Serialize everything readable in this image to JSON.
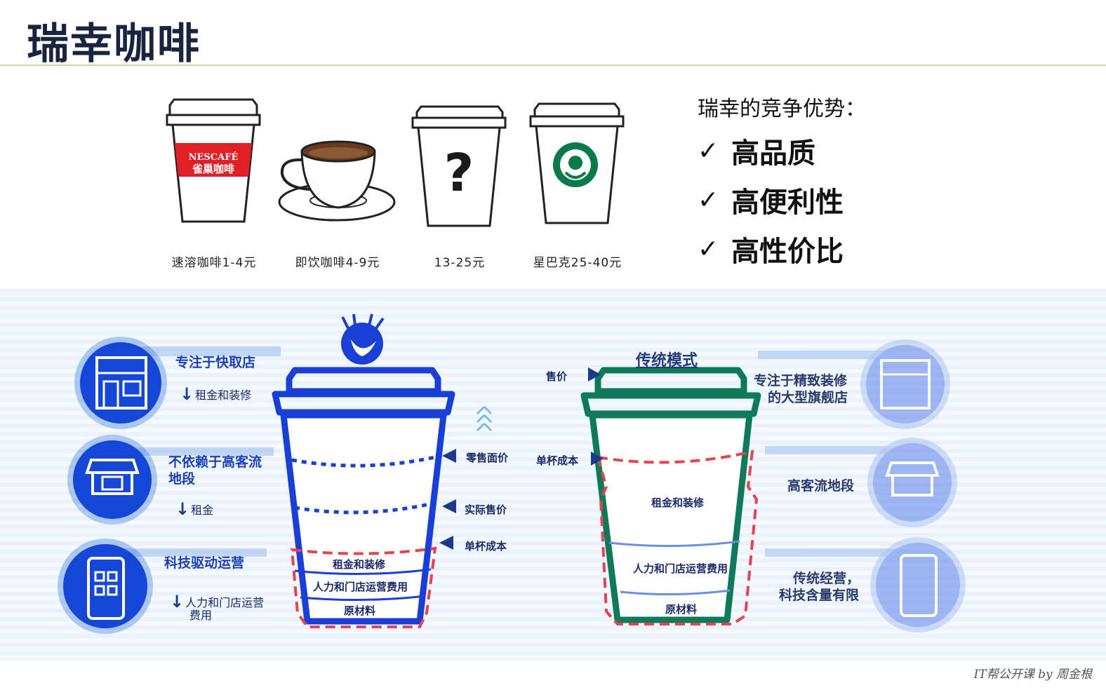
{
  "header": {
    "title": "瑞幸咖啡"
  },
  "cups": [
    {
      "label": "速溶咖啡1-4元",
      "brand_text_1": "NESCAFÉ",
      "brand_text_2": "雀巢咖啡"
    },
    {
      "label": "即饮咖啡4-9元"
    },
    {
      "label": "13-25元",
      "mark": "?"
    },
    {
      "label": "星巴克25-40元"
    }
  ],
  "advantages": {
    "title": "瑞幸的竞争优势：",
    "items": [
      "高品质",
      "高便利性",
      "高性价比"
    ],
    "check_glyph": "✓"
  },
  "luckin_side": {
    "features": [
      {
        "title": "专注于快取店",
        "cost": "租金和装修",
        "icon": "storefront-icon"
      },
      {
        "title_line1": "不依赖于高客流",
        "title_line2": "地段",
        "cost": "租金",
        "icon": "shop-icon"
      },
      {
        "title": "科技驱动运营",
        "cost_line1": "人力和门店运营",
        "cost_line2": "费用",
        "icon": "phone-app-icon"
      }
    ],
    "cup_layers": [
      "租金和装修",
      "人力和门店运营费用",
      "原材料"
    ],
    "price_markers": [
      "零售面价",
      "实际售价",
      "单杯成本"
    ]
  },
  "traditional_side": {
    "title": "传统模式",
    "markers": [
      "售价",
      "单杯成本"
    ],
    "cup_layers": [
      "租金和装修",
      "人力和门店运营费用",
      "原材料"
    ],
    "features": [
      {
        "title_line1": "专注于精致装修",
        "title_line2": "的大型旗舰店",
        "icon": "storefront-icon"
      },
      {
        "title": "高客流地段",
        "icon": "shop-icon"
      },
      {
        "title_line1": "传统经营，",
        "title_line2": "科技含量有限",
        "icon": "phone-app-icon"
      }
    ]
  },
  "colors": {
    "luckin_blue": "#1a3fd6",
    "trad_green": "#0f7a5a",
    "dash_red": "#e8424e",
    "title_navy": "#1a2340"
  },
  "footer": {
    "credit": "IT帮公开课 by 周金根"
  }
}
